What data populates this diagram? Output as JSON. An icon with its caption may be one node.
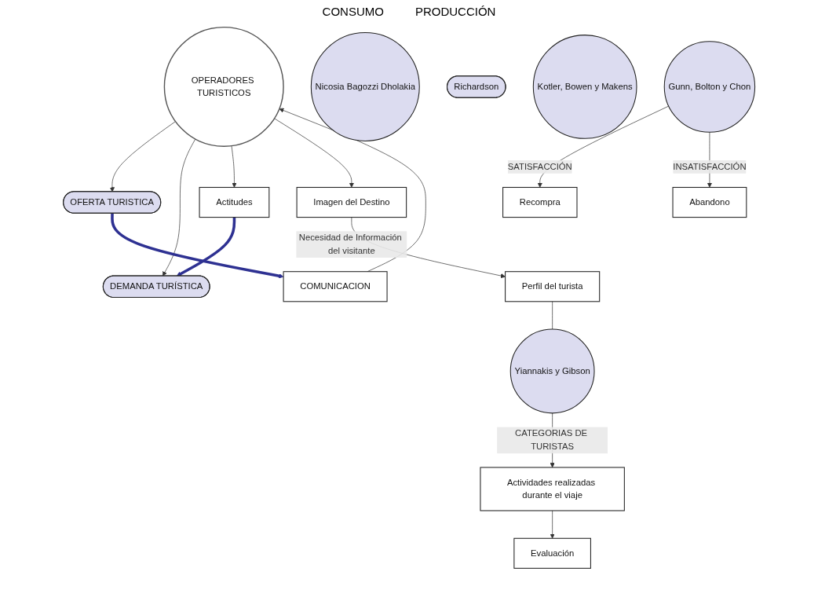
{
  "diagram": {
    "nodes": [
      {
        "text": [
          "DEMANDA TURÍSTICA"
        ]
      },
      {
        "text": [
          "OPERADORES TURISTICOS"
        ]
      },
      {
        "text": [
          "OFERTA TURISTICA"
        ]
      },
      {
        "text": [
          "Nicosia Bagozzi Dholakia"
        ]
      },
      {
        "text": [
          "Actitudes"
        ]
      },
      {
        "text": [
          "COMUNICACION"
        ]
      },
      {
        "text": [
          "Richardson"
        ]
      },
      {
        "text": [
          "Imagen del Destino"
        ]
      },
      {
        "text": [
          "Perfil del turista"
        ]
      },
      {
        "text": [
          "Kotler, Bowen y Makens"
        ]
      },
      {
        "text": [
          "Actividades realizadas durante el viaje"
        ]
      },
      {
        "text": [
          "Yiannakis y Gibson"
        ]
      },
      {
        "text": [
          "Evaluación"
        ]
      },
      {
        "text": [
          "Gunn, Bolton y Chon"
        ]
      },
      {
        "text": [
          "Recompra"
        ]
      },
      {
        "text": [
          "Abandono"
        ]
      }
    ],
    "edges": [
      {
        "from": 1,
        "to": 2,
        "arrow": "to"
      },
      {
        "from": 1,
        "to": 0,
        "arrow": "to"
      },
      {
        "from": 4,
        "to": 0,
        "arrow": "to",
        "style": "thick",
        "color": "#2e3192"
      },
      {
        "from": 2,
        "to": 5,
        "arrow": "to",
        "style": "thick",
        "color": "#2e3192"
      },
      {
        "from": 5,
        "to": 1,
        "arrow": "to"
      },
      {
        "from": 1,
        "to": 4,
        "arrow": "to"
      },
      {
        "from": 1,
        "to": 7,
        "arrow": "to"
      },
      {
        "from": 7,
        "to": 8,
        "arrow": "to",
        "label": "Necesidad de Información del visitante"
      },
      {
        "from": 8,
        "to": 11,
        "arrow": "none"
      },
      {
        "from": 11,
        "to": 10,
        "arrow": "to",
        "label": "CATEGORIAS DE TURISTAS"
      },
      {
        "from": 10,
        "to": 12,
        "arrow": "to"
      },
      {
        "from": 13,
        "to": 14,
        "arrow": "to",
        "label": "SATISFACCIÓN"
      },
      {
        "from": 13,
        "to": 15,
        "arrow": "to",
        "label": "INSATISFACCIÓN"
      }
    ],
    "labels": [
      "CONSUMO",
      "PRODUCCIÓN"
    ]
  }
}
